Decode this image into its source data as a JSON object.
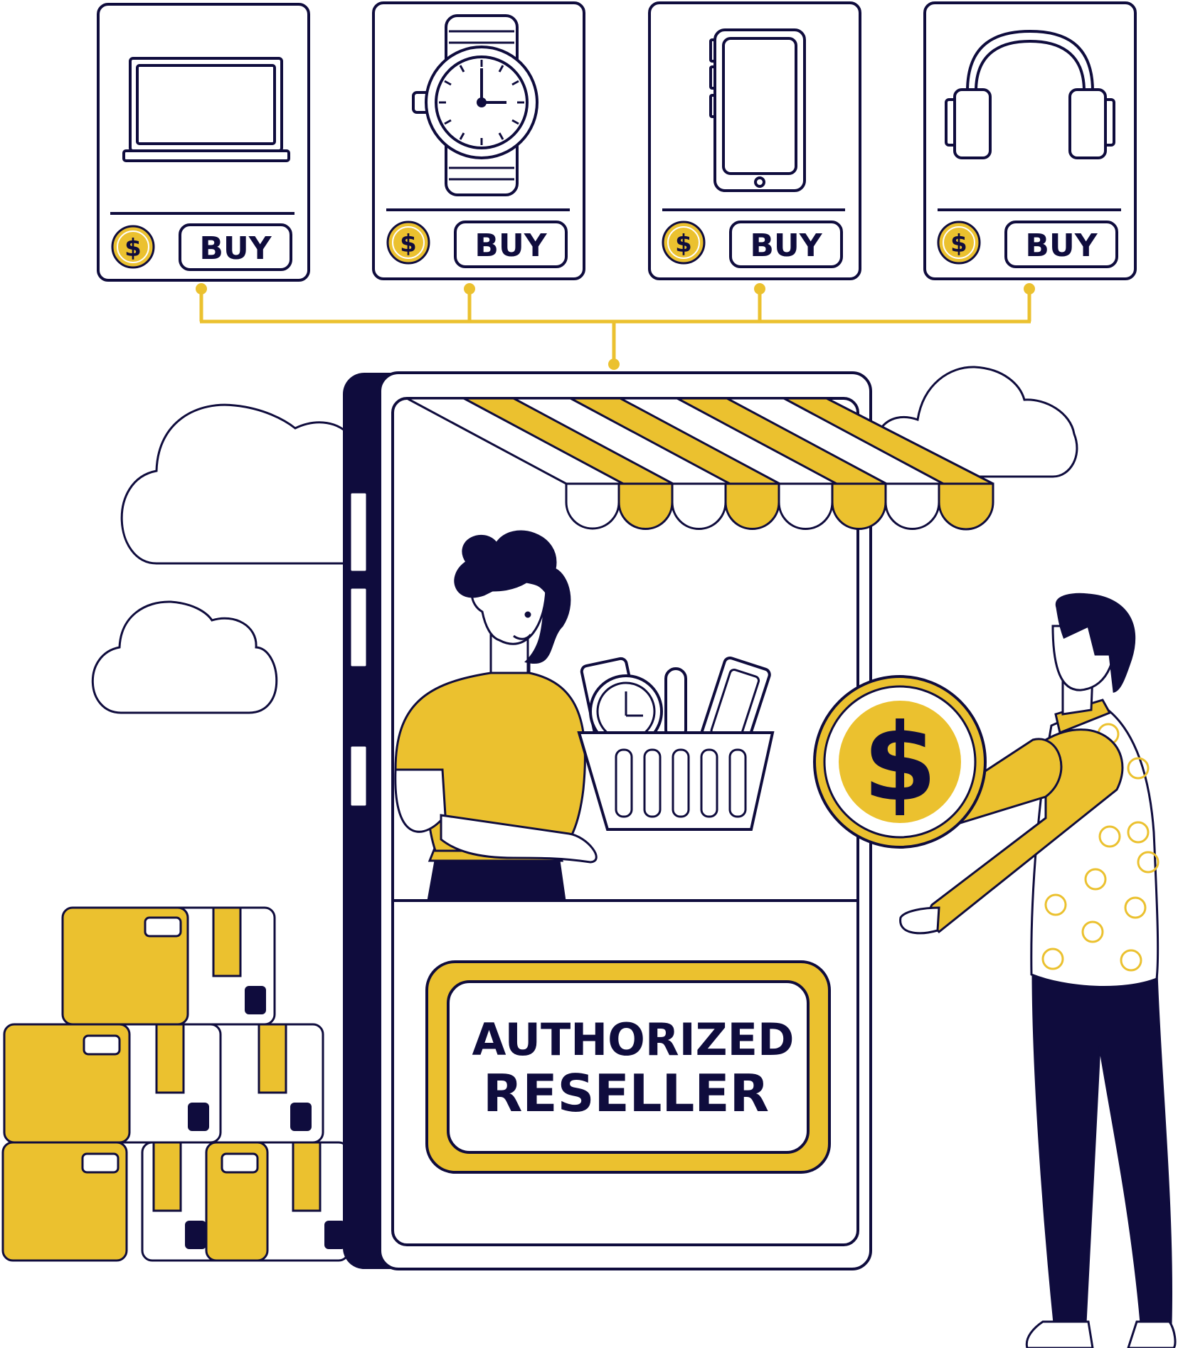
{
  "products": [
    {
      "icon": "laptop-icon",
      "currency_symbol": "$",
      "buy_label": "BUY"
    },
    {
      "icon": "wristwatch-icon",
      "currency_symbol": "$",
      "buy_label": "BUY"
    },
    {
      "icon": "smartphone-icon",
      "currency_symbol": "$",
      "buy_label": "BUY"
    },
    {
      "icon": "headphones-icon",
      "currency_symbol": "$",
      "buy_label": "BUY"
    }
  ],
  "coin": {
    "symbol": "$"
  },
  "sign": {
    "line1": "AUTHORIZED",
    "line2": "RESELLER"
  },
  "colors": {
    "navy": "#0f0c3d",
    "yellow": "#ebc12f",
    "white": "#ffffff"
  }
}
